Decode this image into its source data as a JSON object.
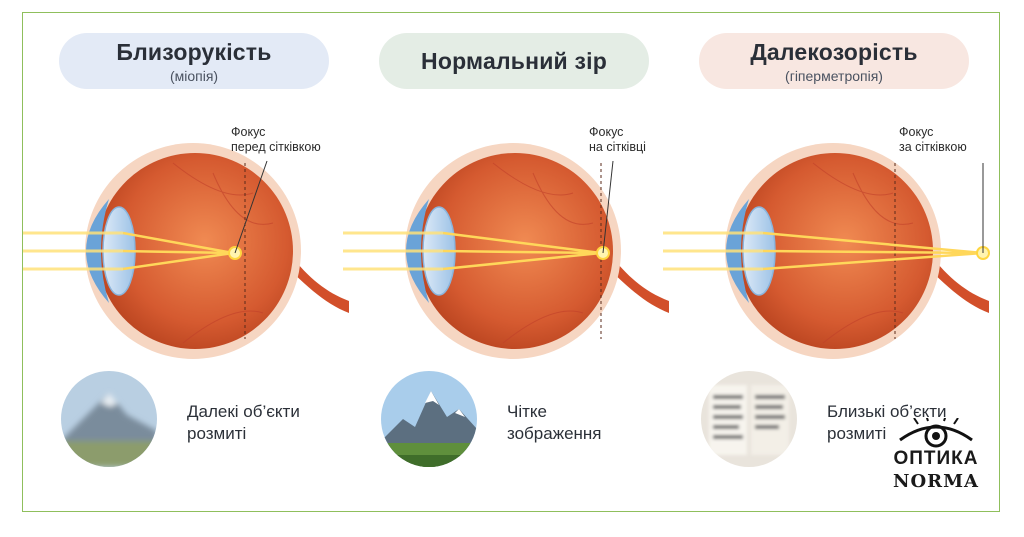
{
  "panels": [
    {
      "title": "Близорукість",
      "subtitle": "(міопія)",
      "focus_label": [
        "Фокус",
        "перед сітківкою"
      ],
      "caption": [
        "Далекі об’єкти",
        "розмиті"
      ],
      "pill_color": "#e3eaf6"
    },
    {
      "title": "Нормальний зір",
      "subtitle": "",
      "focus_label": [
        "Фокус",
        "на сітківці"
      ],
      "caption": [
        "Чітке",
        "зображення"
      ],
      "pill_color": "#e4ede5"
    },
    {
      "title": "Далекозорість",
      "subtitle": "(гіперметропія)",
      "focus_label": [
        "Фокус",
        "за сітківкою"
      ],
      "caption": [
        "Близькі об’єкти",
        "розмиті"
      ],
      "pill_color": "#f8e7e1"
    }
  ],
  "logo": {
    "line1": "ОПТИКА",
    "line2": "NORMA"
  },
  "colors": {
    "frame_border": "#8fbf5c",
    "eye_inner": "#d85a32",
    "eye_outer": "#f3cdb7",
    "lens": "#6aa3d8",
    "light_ray": "#ffd75a"
  }
}
